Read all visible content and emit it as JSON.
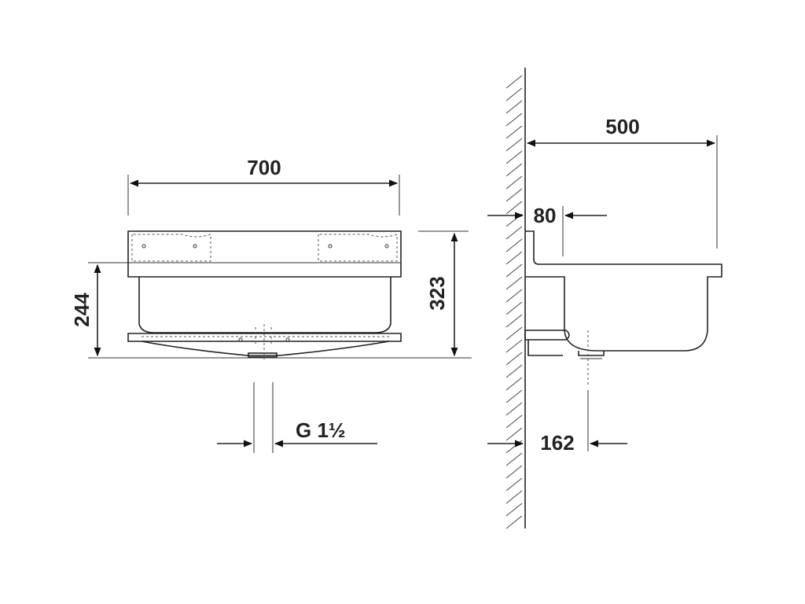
{
  "front_view": {
    "dim_width": "700",
    "dim_inner_height": "244",
    "dim_total_height": "323",
    "dim_outlet": "G 1½"
  },
  "side_view": {
    "dim_depth": "500",
    "dim_wall_offset": "80",
    "dim_outlet_offset": "162"
  },
  "colors": {
    "line": "#222222",
    "background": "#ffffff"
  }
}
